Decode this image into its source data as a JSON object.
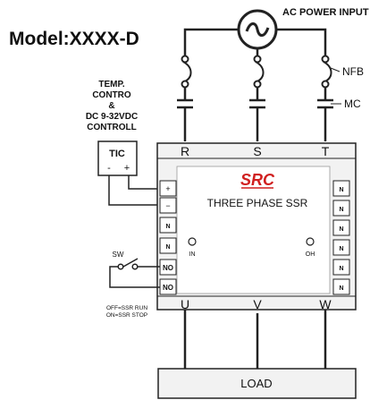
{
  "model": "Model:XXXX-D",
  "ac_power_input": "AC POWER INPUT",
  "nfb": "NFB",
  "mc": "MC",
  "temp_control": {
    "line1": "TEMP.",
    "line2": "CONTRO",
    "line3": "&",
    "line4": "DC 9-32VDC",
    "line5": "CONTROLL"
  },
  "tic": {
    "label": "TIC",
    "minus": "-",
    "plus": "+"
  },
  "inputs": {
    "R": "R",
    "S": "S",
    "T": "T"
  },
  "outputs": {
    "U": "U",
    "V": "V",
    "W": "W"
  },
  "brand": "SRC",
  "device_name": "THREE PHASE SSR",
  "left_terminals": [
    "+",
    "−",
    "N",
    "N",
    "NO",
    "NO"
  ],
  "right_terminals": [
    "N",
    "N",
    "N",
    "N",
    "N",
    "N"
  ],
  "led_in": "IN",
  "led_oh": "OH",
  "sw": "SW",
  "switch_note": {
    "line1": "OFF=SSR RUN",
    "line2": "ON=SSR STOP"
  },
  "load": "LOAD"
}
